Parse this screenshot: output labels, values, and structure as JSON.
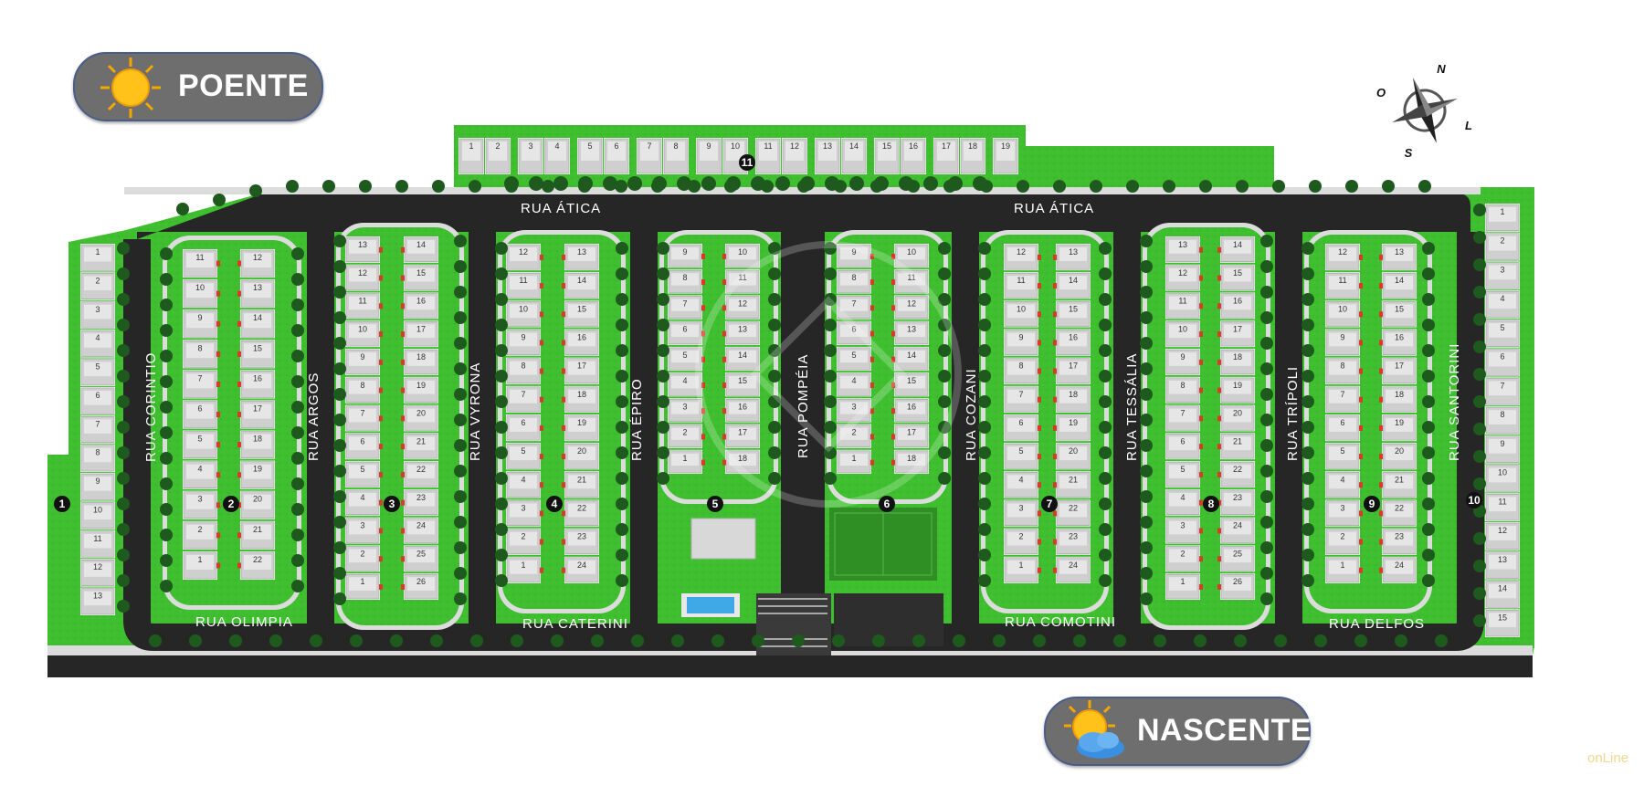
{
  "legend": {
    "poente": {
      "label": "POENTE",
      "icon": "sun-icon"
    },
    "nascente": {
      "label": "NASCENTE",
      "icon": "sun-cloud-icon"
    }
  },
  "compass": {
    "n": "N",
    "s": "S",
    "l": "L",
    "o": "O"
  },
  "watermark": "onLine",
  "streets": {
    "atica": "RUA ÁTICA",
    "corintio": "RUA CORINTIO",
    "argos": "RUA ARGOS",
    "vyrona": "RUA VYRONA",
    "epiro": "RUA ÉPIRO",
    "pompeia": "RUA POMPÉIA",
    "cozani": "RUA COZANI",
    "tessalia": "RUA TESSÁLIA",
    "tripoli": "RUA TRÍPOLI",
    "santorini": "RUA SANTORINI",
    "olimpia": "RUA OLIMPIA",
    "caterini": "RUA CATERINI",
    "comotini": "RUA COMOTINI",
    "delfos": "RUA DELFOS"
  },
  "blocks": {
    "b1": {
      "label": "1",
      "lots": [
        "1",
        "2",
        "3",
        "4",
        "5",
        "6",
        "7",
        "8",
        "9",
        "10",
        "11",
        "12",
        "13"
      ]
    },
    "b2": {
      "label": "2",
      "left": [
        "11",
        "10",
        "9",
        "8",
        "7",
        "6",
        "5",
        "4",
        "3",
        "2",
        "1"
      ],
      "right": [
        "12",
        "13",
        "14",
        "15",
        "16",
        "17",
        "18",
        "19",
        "20",
        "21",
        "22"
      ]
    },
    "b3": {
      "label": "3",
      "left": [
        "13",
        "12",
        "11",
        "10",
        "9",
        "8",
        "7",
        "6",
        "5",
        "4",
        "3",
        "2",
        "1"
      ],
      "right": [
        "14",
        "15",
        "16",
        "17",
        "18",
        "19",
        "20",
        "21",
        "22",
        "23",
        "24",
        "25",
        "26"
      ]
    },
    "b4": {
      "label": "4",
      "left": [
        "12",
        "11",
        "10",
        "9",
        "8",
        "7",
        "6",
        "5",
        "4",
        "3",
        "2",
        "1"
      ],
      "right": [
        "13",
        "14",
        "15",
        "16",
        "17",
        "18",
        "19",
        "20",
        "21",
        "22",
        "23",
        "24"
      ]
    },
    "b5": {
      "label": "5",
      "left": [
        "9",
        "8",
        "7",
        "6",
        "5",
        "4",
        "3",
        "2",
        "1"
      ],
      "right": [
        "10",
        "11",
        "12",
        "13",
        "14",
        "15",
        "16",
        "17",
        "18"
      ]
    },
    "b6": {
      "label": "6",
      "left": [
        "9",
        "8",
        "7",
        "6",
        "5",
        "4",
        "3",
        "2",
        "1"
      ],
      "right": [
        "10",
        "11",
        "12",
        "13",
        "14",
        "15",
        "16",
        "17",
        "18"
      ]
    },
    "b7": {
      "label": "7",
      "left": [
        "12",
        "11",
        "10",
        "9",
        "8",
        "7",
        "6",
        "5",
        "4",
        "3",
        "2",
        "1"
      ],
      "right": [
        "13",
        "14",
        "15",
        "16",
        "17",
        "18",
        "19",
        "20",
        "21",
        "22",
        "23",
        "24"
      ]
    },
    "b8": {
      "label": "8",
      "left": [
        "13",
        "12",
        "11",
        "10",
        "9",
        "8",
        "7",
        "6",
        "5",
        "4",
        "3",
        "2",
        "1"
      ],
      "right": [
        "14",
        "15",
        "16",
        "17",
        "18",
        "19",
        "20",
        "21",
        "22",
        "23",
        "24",
        "25",
        "26"
      ]
    },
    "b9": {
      "label": "9",
      "left": [
        "12",
        "11",
        "10",
        "9",
        "8",
        "7",
        "6",
        "5",
        "4",
        "3",
        "2",
        "1"
      ],
      "right": [
        "13",
        "14",
        "15",
        "16",
        "17",
        "18",
        "19",
        "20",
        "21",
        "22",
        "23",
        "24"
      ]
    },
    "b10": {
      "label": "10",
      "lots": [
        "1",
        "2",
        "3",
        "4",
        "5",
        "6",
        "7",
        "8",
        "9",
        "10",
        "11",
        "12",
        "13",
        "14",
        "15"
      ]
    },
    "b11": {
      "label": "11",
      "lots": [
        "1",
        "2",
        "3",
        "4",
        "5",
        "6",
        "7",
        "8",
        "9",
        "10",
        "11",
        "12",
        "13",
        "14",
        "15",
        "16",
        "17",
        "18",
        "19"
      ]
    }
  },
  "colors": {
    "grass": "#3fbf2f",
    "grass_dark": "#2e9e24",
    "road": "#262626",
    "sidewalk": "#dcdcdc",
    "lot": "#cfcfcf",
    "tree": "#1e5a1e",
    "accent_red": "#d93a2a",
    "badge": "#6e6e6e"
  }
}
